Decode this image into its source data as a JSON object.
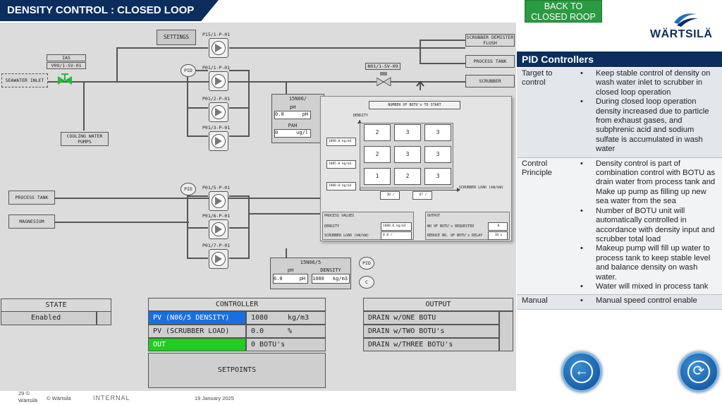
{
  "header": {
    "title": "DENSITY CONTROL : CLOSED LOOP",
    "back_button": "BACK TO CLOSED ROOP",
    "logo": "WÄRTSILÄ"
  },
  "diagram": {
    "settings": "SETTINGS",
    "seawater_inlet": "SEAWATER INLET",
    "ias": "IAS",
    "v09": "V09/1-SV-01",
    "cooling_pumps": "COOLING WATER PUMPS",
    "scrubber_flush": "SCRUBBER DEMISTER FLUSH",
    "process_tank_out": "PROCESS TANK",
    "scrubber": "SCRUBBER",
    "n01": "N01/1-SV-09",
    "process_tank": "PROCESS TANK",
    "magnesium": "MAGNESIUM",
    "pumps": [
      "P15/1-P-01",
      "P01/1-P-01",
      "P01/2-P-01",
      "P01/3-P-01",
      "P01/5-P-01",
      "P01/6-P-01",
      "P01/7-P-01"
    ],
    "pid": "PID",
    "c": "C",
    "sensor1": {
      "title": "15N06/",
      "ph_label": "pH",
      "ph_value": "0.0",
      "ph_unit": "pH",
      "pah_label": "PAH",
      "pah_value": "0",
      "pah_unit": "ug/l"
    },
    "sensor2": {
      "title": "15N06/5",
      "ph_label": "pH",
      "ph_value": "6.0",
      "ph_unit": "pH",
      "dens_label": "DENSITY",
      "dens_value": "1080",
      "dens_unit": "kg/m3"
    }
  },
  "popup": {
    "title": "NUMBER OF BOTU's TO START",
    "density": "DENSITY",
    "y_values": [
      "1090.0 kg/m3",
      "1085.0 kg/m3",
      "1080.0 kg/m3"
    ],
    "grid": [
      [
        "2",
        "3",
        "3"
      ],
      [
        "2",
        "3",
        "3"
      ],
      [
        "1",
        "2",
        "3"
      ]
    ],
    "x_values": [
      "30 /",
      "67 /"
    ],
    "x_label": "SCRUBBER LOAD (kW/kW)",
    "pv_title": "PROCESS VALUES",
    "pv_density_label": "DENSITY",
    "pv_density_value": "1080.0 kg/m3",
    "pv_load_label": "SCRUBBER LOAD (kW/kW)",
    "pv_load_value": "0.0 /",
    "out_title": "OUTPUT",
    "out_req_label": "NO OF BOTU's REQUESTED",
    "out_req_value": "0",
    "out_delay_label": "REDUCE NO. OF BOTU's DELAY",
    "out_delay_value": "10 s"
  },
  "state": {
    "title": "STATE",
    "value": "Enabled"
  },
  "controller": {
    "title": "CONTROLLER",
    "rows": [
      {
        "label": "PV (N06/5 DENSITY)",
        "value": "1080",
        "unit": "kg/m3"
      },
      {
        "label": "PV (SCRUBBER LOAD)",
        "value": "0.0",
        "unit": "%"
      },
      {
        "label": "OUT",
        "value": "0 BOTU's",
        "unit": ""
      }
    ],
    "setpoints": "SETPOINTS"
  },
  "output": {
    "title": "OUTPUT",
    "rows": [
      "DRAIN w/ONE BOTU",
      "DRAIN w/TWO BOTU's",
      "DRAIN w/THREE BOTU's"
    ]
  },
  "pid_panel": {
    "header": "PID Controllers",
    "rows": [
      {
        "label": "Target to control",
        "bullets": [
          "Keep stable control of density on wash water inlet to scrubber in closed loop operation",
          "During closed loop operation density increased due to particle from exhaust gases, and subphrenic acid and sodium sulfate is accumulated in wash water"
        ]
      },
      {
        "label": "Control Principle",
        "bullets": [
          "Density control is part of combination control with BOTU as drain water from process tank and Make up pump as filling up new sea water from the sea",
          "Number of BOTU unit will automatically controlled in accordance with density input and scrubber total load",
          "Makeup pump will fill up water to process tank to keep stable level and balance density on wash water.",
          "Water will mixed in process tank"
        ]
      },
      {
        "label": "Manual",
        "bullets": [
          "Manual speed control enable"
        ]
      }
    ]
  },
  "nav": {
    "back_icon": "arrow-left-icon",
    "refresh_icon": "refresh-icon"
  },
  "footer": {
    "page": "29",
    "copyright_symbol": "©",
    "company": "Wärtsilä",
    "copyright": "© Wärtsilä",
    "internal": "INTERNAL",
    "date": "19 January 2025"
  },
  "colors": {
    "brand": "#0b2e5e",
    "accent_green": "#2a9a43",
    "pv_blue": "#1a6fe0",
    "out_green": "#22cc22"
  }
}
